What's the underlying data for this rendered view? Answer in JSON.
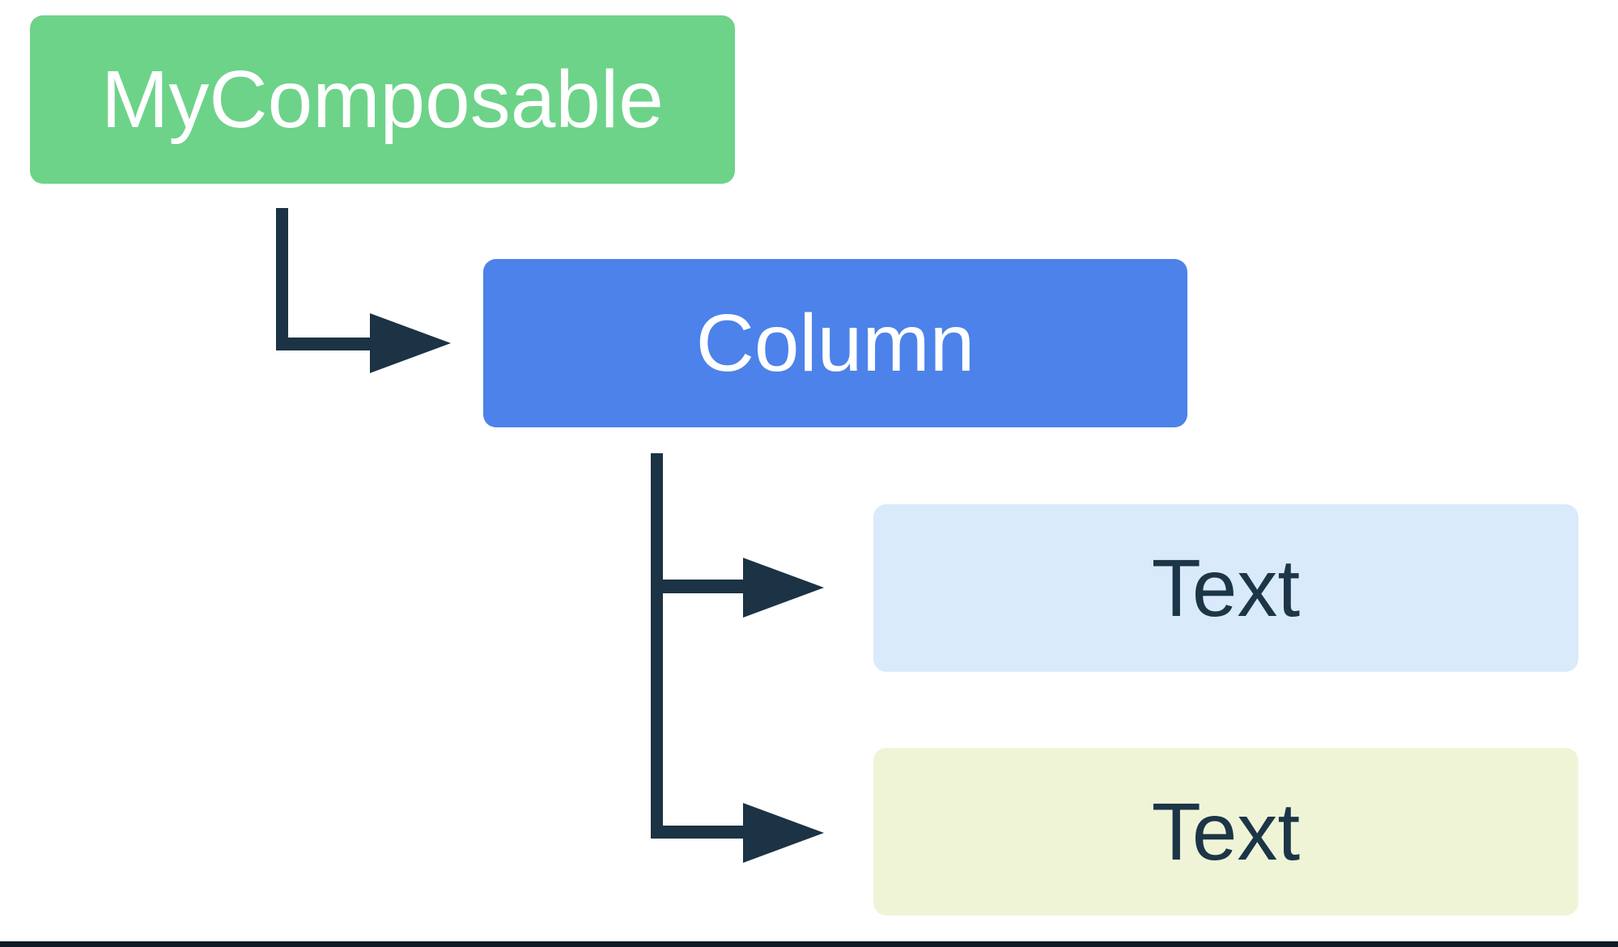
{
  "diagram": {
    "nodes": [
      {
        "id": "my-composable",
        "label": "MyComposable",
        "fill_key": "node_root_green",
        "text_key": "label_on_dark"
      },
      {
        "id": "column",
        "label": "Column",
        "fill_key": "node_column_blue",
        "text_key": "label_on_dark"
      },
      {
        "id": "text-1",
        "label": "Text",
        "fill_key": "node_text1_lightblue",
        "text_key": "label_navy"
      },
      {
        "id": "text-2",
        "label": "Text",
        "fill_key": "node_text2_lightyellow",
        "text_key": "label_navy"
      }
    ],
    "edges": [
      {
        "from": "my-composable",
        "to": "column",
        "style": "elbow-arrow"
      },
      {
        "from": "column",
        "to": "text-1",
        "style": "branch-arrow"
      },
      {
        "from": "column",
        "to": "text-2",
        "style": "elbow-arrow"
      }
    ]
  },
  "colors": {
    "node_root_green": "#6dd389",
    "node_column_blue": "#4c82ea",
    "node_text1_lightblue": "#d9eafb",
    "node_text2_lightyellow": "#f0f4d7",
    "arrow_navy": "#1b3344",
    "label_on_dark": "#ffffff",
    "label_navy": "#1c3547",
    "bottom_rule": "#0f1b24",
    "background": "#ffffff"
  }
}
